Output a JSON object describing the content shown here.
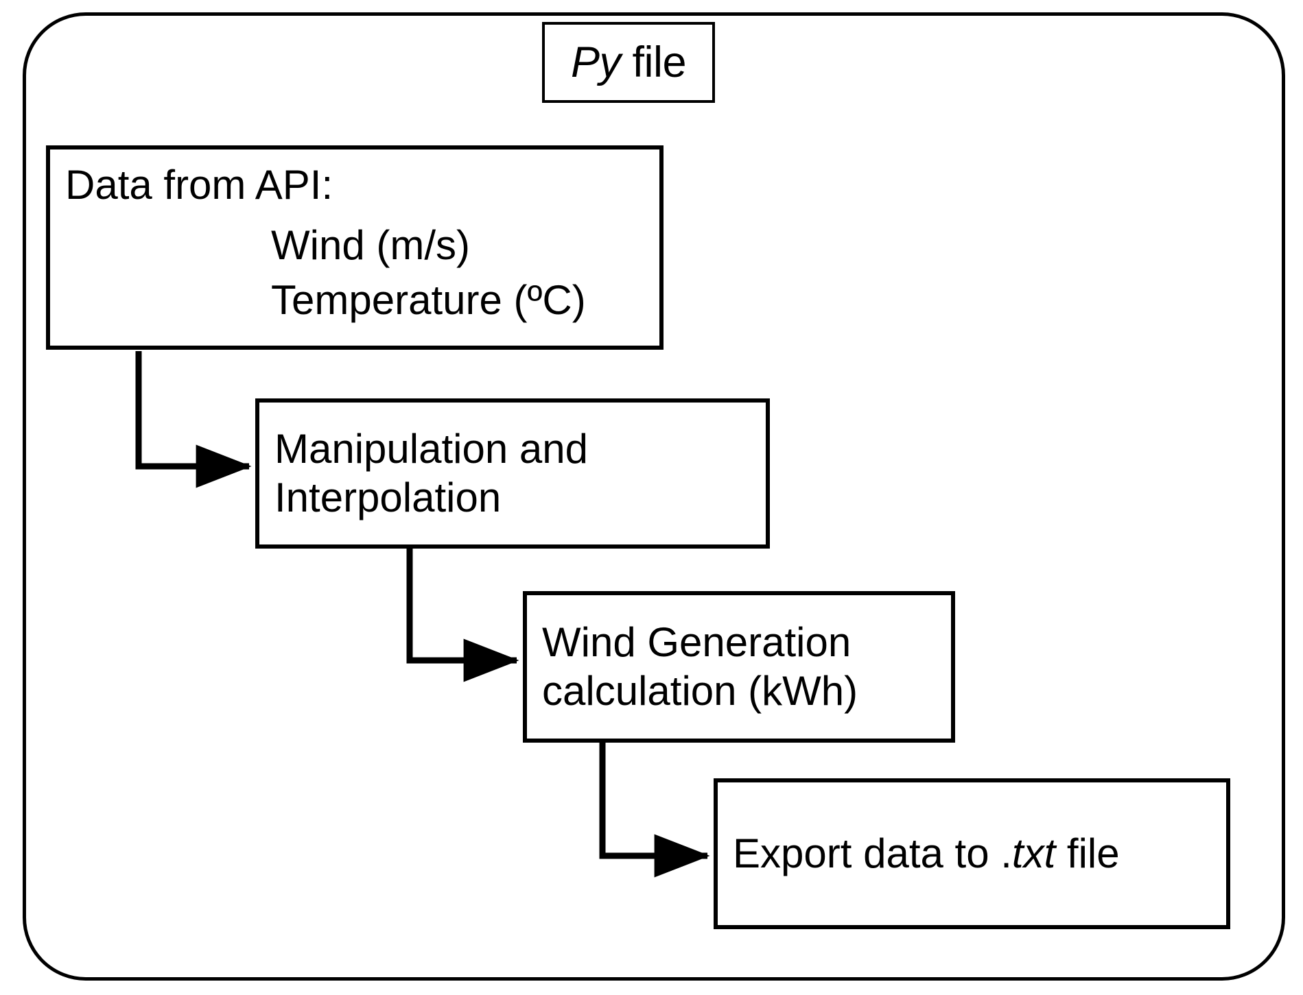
{
  "diagram": {
    "title_chip": {
      "text_italic": "Py",
      "text_plain": " file",
      "full": "Py file"
    },
    "nodes": [
      {
        "id": "data-source",
        "heading": "Data from API:",
        "branches": [
          "Wind (m/s)",
          "Temperature (ºC)"
        ]
      },
      {
        "id": "manipulation",
        "lines": [
          "Manipulation and",
          "Interpolation"
        ]
      },
      {
        "id": "generation",
        "lines": [
          "Wind Generation",
          "calculation (kWh)"
        ]
      },
      {
        "id": "export",
        "prefix": "Export data to .",
        "emphasis": "txt",
        "suffix": " file",
        "full": "Export data to .txt file"
      }
    ],
    "colors": {
      "stroke": "#000000",
      "background": "#ffffff"
    }
  }
}
